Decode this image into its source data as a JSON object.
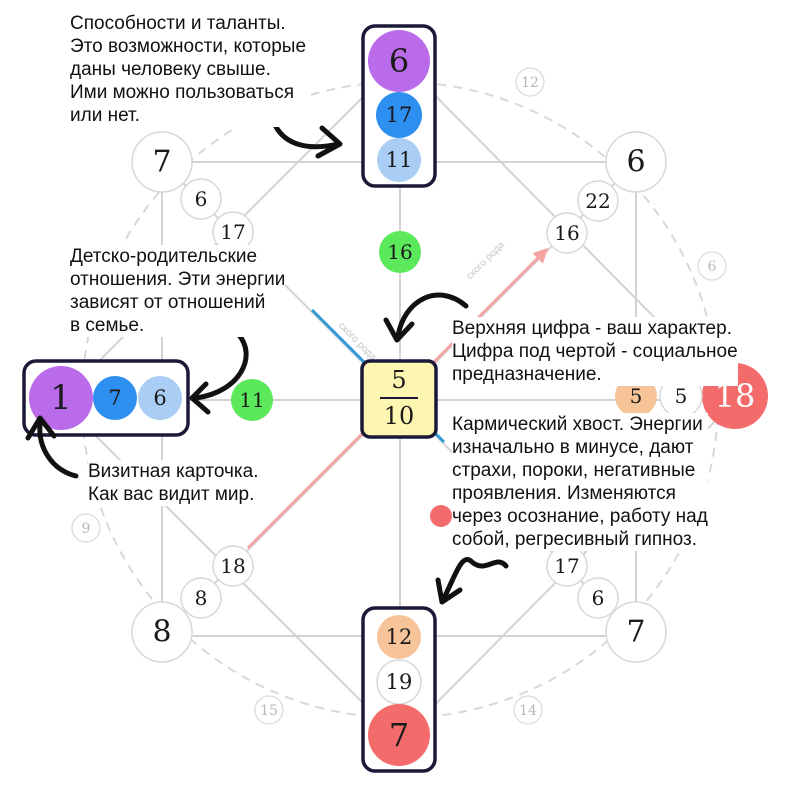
{
  "colors": {
    "purple": "#b96bea",
    "blue": "#2d8ff0",
    "light_blue": "#a9cdf5",
    "green": "#5be85b",
    "red": "#f36b6b",
    "peach": "#f7c49a",
    "center_fill": "#fdf6b0",
    "frame": "#1b1838",
    "grid": "#d3d3d3"
  },
  "top_column": {
    "outer": "6",
    "middle": "17",
    "inner": "11"
  },
  "left_row": {
    "outer": "1",
    "middle": "7",
    "inner": "6"
  },
  "bottom_column": {
    "inner": "12",
    "middle": "19",
    "outer": "7"
  },
  "right_row": {
    "inner": "5",
    "middle": "5",
    "outer": "18"
  },
  "center": {
    "upper": "5",
    "lower": "10"
  },
  "green_top": "16",
  "green_left": "11",
  "corners": {
    "top_left": {
      "outer": "7",
      "middle": "6",
      "inner": "17"
    },
    "top_right": {
      "outer": "6",
      "middle": "22",
      "inner": "16"
    },
    "bottom_left": {
      "outer": "8",
      "middle": "8",
      "inner": "18"
    },
    "bottom_right": {
      "outer": "7",
      "middle": "6",
      "inner": "17"
    }
  },
  "ring_numbers": {
    "top": "12",
    "right": "6",
    "left": "9",
    "bottom_left": "15",
    "bottom_right": "14"
  },
  "line_labels": {
    "left": "ского рода",
    "right": "ского рода"
  },
  "notes": {
    "talents": [
      "Способности и таланты.",
      "Это возможности, которые",
      "даны человеку свыше.",
      "Ими можно пользоваться",
      "или нет."
    ],
    "family": [
      "Детско-родительские",
      "отношения. Эти энергии",
      "зависят от отношений",
      "в семье."
    ],
    "card": [
      "Визитная карточка.",
      "Как вас видит мир."
    ],
    "character": [
      "Верхняя цифра - ваш характер.",
      "Цифра под чертой - социальное",
      "предназначение."
    ],
    "karma": [
      "Кармический хвост. Энергии",
      "изначально в минусе, дают",
      "страхи, пороки, негативные",
      "проявления. Изменяются",
      "через осознание, работу над",
      "собой, регресивный гипноз."
    ]
  }
}
